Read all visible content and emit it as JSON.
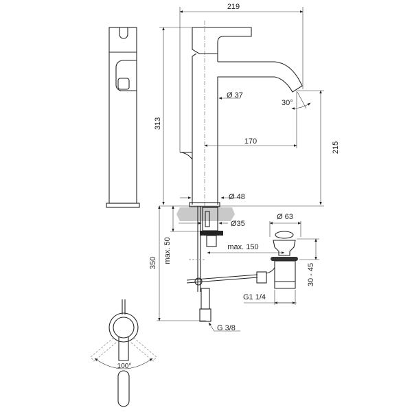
{
  "dimensions": {
    "width_total": "219",
    "height_total": "313",
    "body_diameter": "Ø 37",
    "spout_angle": "30°",
    "spout_reach": "170",
    "spout_height": "215",
    "base_diameter": "Ø 48",
    "hole_diameter": "Ø35",
    "max_deck_thickness": "max. 50",
    "install_depth": "350",
    "max_rod_distance": "max. 150",
    "waste_diameter": "Ø 63",
    "waste_thickness_range": "30 - 45",
    "waste_thread": "G1 1/4",
    "supply_thread": "G 3/8",
    "lever_rotation": "100°"
  }
}
